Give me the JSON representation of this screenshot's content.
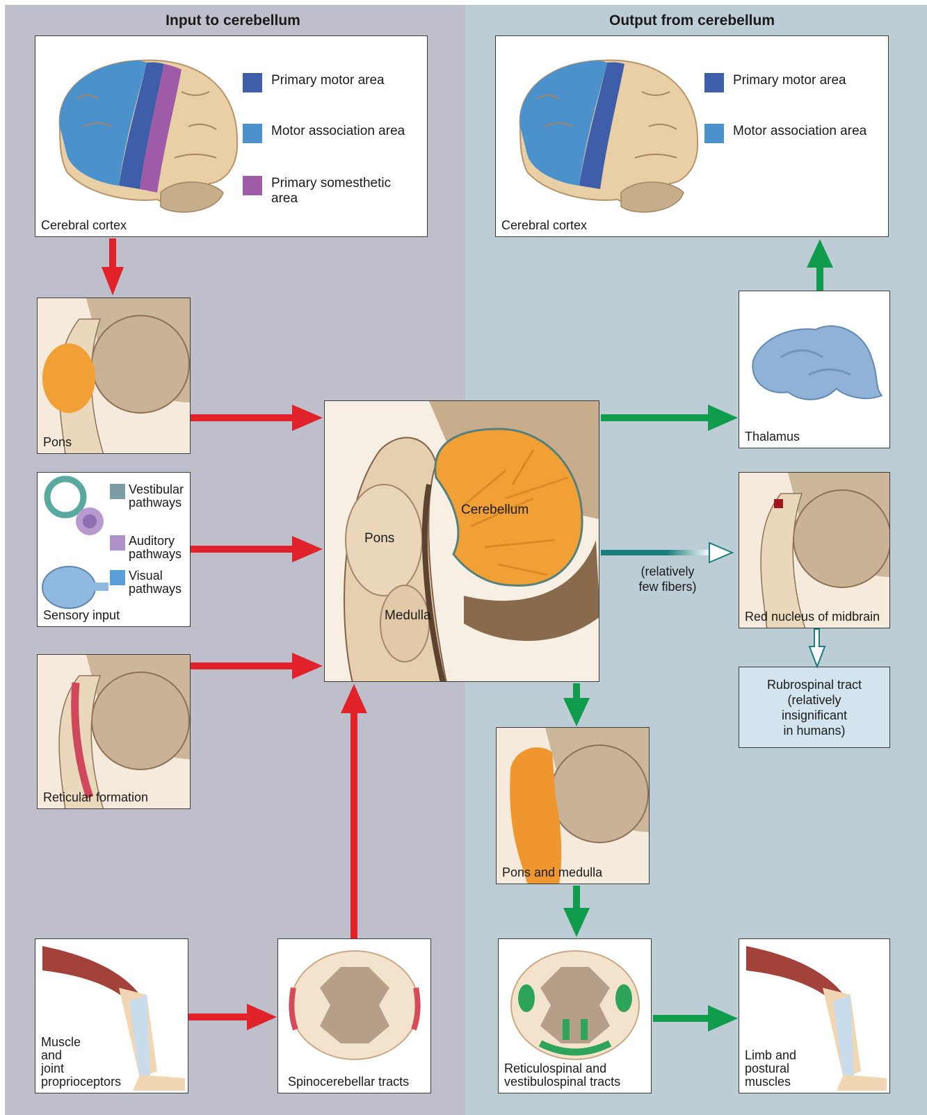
{
  "headings": {
    "input": "Input to cerebellum",
    "output": "Output from cerebellum"
  },
  "legend": {
    "primary_motor": "Primary motor area",
    "motor_association": "Motor association area",
    "primary_somesthetic": "Primary somesthetic\narea"
  },
  "colors": {
    "primary_motor": "#3f5ea9",
    "motor_association": "#4b91cc",
    "primary_somesthetic": "#9f5aa8",
    "vestibular": "#7a9ea3",
    "auditory": "#ad91c7",
    "visual": "#5c9ed6",
    "input_arrow": "#e2222a",
    "output_arrow": "#0f9d4d",
    "minor_arrow": "#197e7e",
    "cerebellum": "#f0a035",
    "tissue": "#ead8bd"
  },
  "labels": {
    "cerebral_cortex": "Cerebral cortex",
    "pons": "Pons",
    "sensory_input": "Sensory input",
    "vestibular": "Vestibular\npathways",
    "auditory": "Auditory\npathways",
    "visual": "Visual\npathways",
    "reticular": "Reticular formation",
    "muscle": "Muscle\nand\njoint\nproprioceptors",
    "spinocerebellar": "Spinocerebellar tracts",
    "cerebellum": "Cerebellum",
    "center_pons": "Pons",
    "medulla": "Medulla",
    "thalamus": "Thalamus",
    "red_nucleus": "Red nucleus of midbrain",
    "few_fibers": "(relatively\nfew fibers)",
    "rubrospinal": "Rubrospinal tract\n(relatively\ninsignificant\nin humans)",
    "pons_medulla": "Pons and medulla",
    "reticulospinal": "Reticulospinal and\nvestibulospinal tracts",
    "limb": "Limb and\npostural\nmuscles"
  }
}
